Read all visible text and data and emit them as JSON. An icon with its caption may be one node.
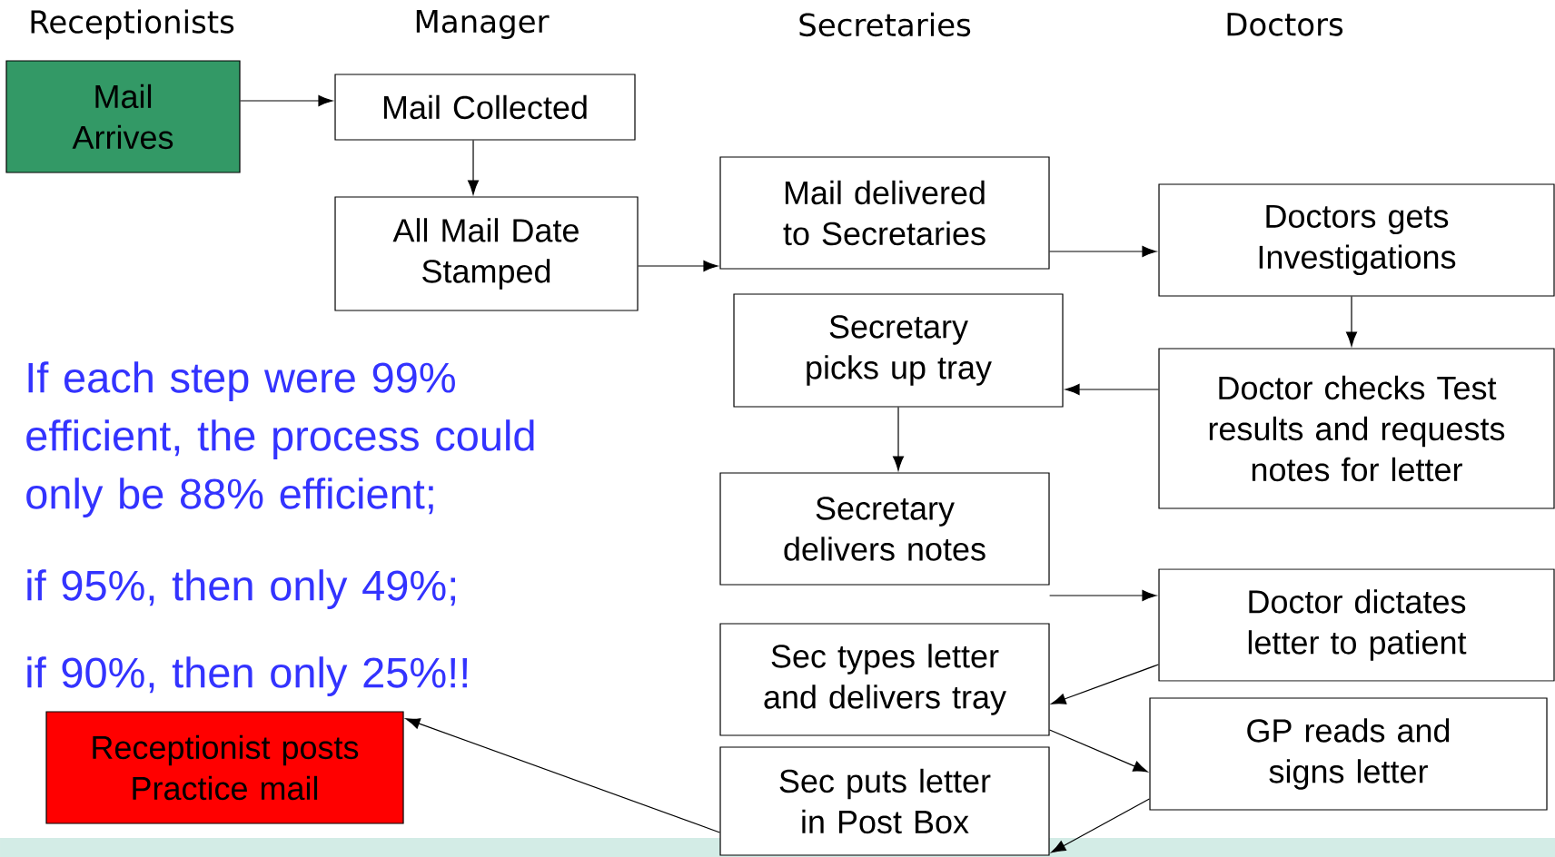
{
  "diagram": {
    "nodes": [
      {
        "text": [
          "Mail Arrives"
        ]
      },
      {
        "text": [
          "Mail Collected"
        ]
      },
      {
        "text": [
          "All Mail Date Stamped"
        ]
      },
      {
        "text": [
          "Mail delivered to Secretaries"
        ]
      },
      {
        "text": [
          "Doctors gets Investigations"
        ]
      },
      {
        "text": [
          "Secretary picks up tray"
        ]
      },
      {
        "text": [
          "Doctor checks Test results and requests notes for letter"
        ]
      },
      {
        "text": [
          "Secretary delivers notes"
        ]
      },
      {
        "text": [
          "Doctor dictates letter to patient"
        ]
      },
      {
        "text": [
          "Sec types letter and delivers tray"
        ]
      },
      {
        "text": [
          "GP reads and signs letter"
        ]
      },
      {
        "text": [
          "Sec puts letter in Post Box"
        ]
      },
      {
        "text": [
          "Receptionist posts Practice mail"
        ]
      }
    ],
    "edges": [
      {
        "from": 0,
        "to": 1,
        "arrow": "to"
      },
      {
        "from": 1,
        "to": 2,
        "arrow": "to"
      },
      {
        "from": 2,
        "to": 3,
        "arrow": "to"
      },
      {
        "from": 3,
        "to": 4,
        "arrow": "to"
      },
      {
        "from": 4,
        "to": 6,
        "arrow": "to"
      },
      {
        "from": 6,
        "to": 5,
        "arrow": "to"
      },
      {
        "from": 5,
        "to": 7,
        "arrow": "to"
      },
      {
        "from": 7,
        "to": 8,
        "arrow": "to"
      },
      {
        "from": 8,
        "to": 9,
        "arrow": "to"
      },
      {
        "from": 9,
        "to": 10,
        "arrow": "to"
      },
      {
        "from": 10,
        "to": 11,
        "arrow": "to"
      },
      {
        "from": 11,
        "to": 12,
        "arrow": "to"
      }
    ],
    "labels": [
      "Receptionists",
      "Manager",
      "Secretaries",
      "Doctors",
      "If each step were 99% efficient, the process could only be 88% efficient;",
      "if 95%, then only 49%;",
      "if 90%, then only 25%!!"
    ]
  }
}
